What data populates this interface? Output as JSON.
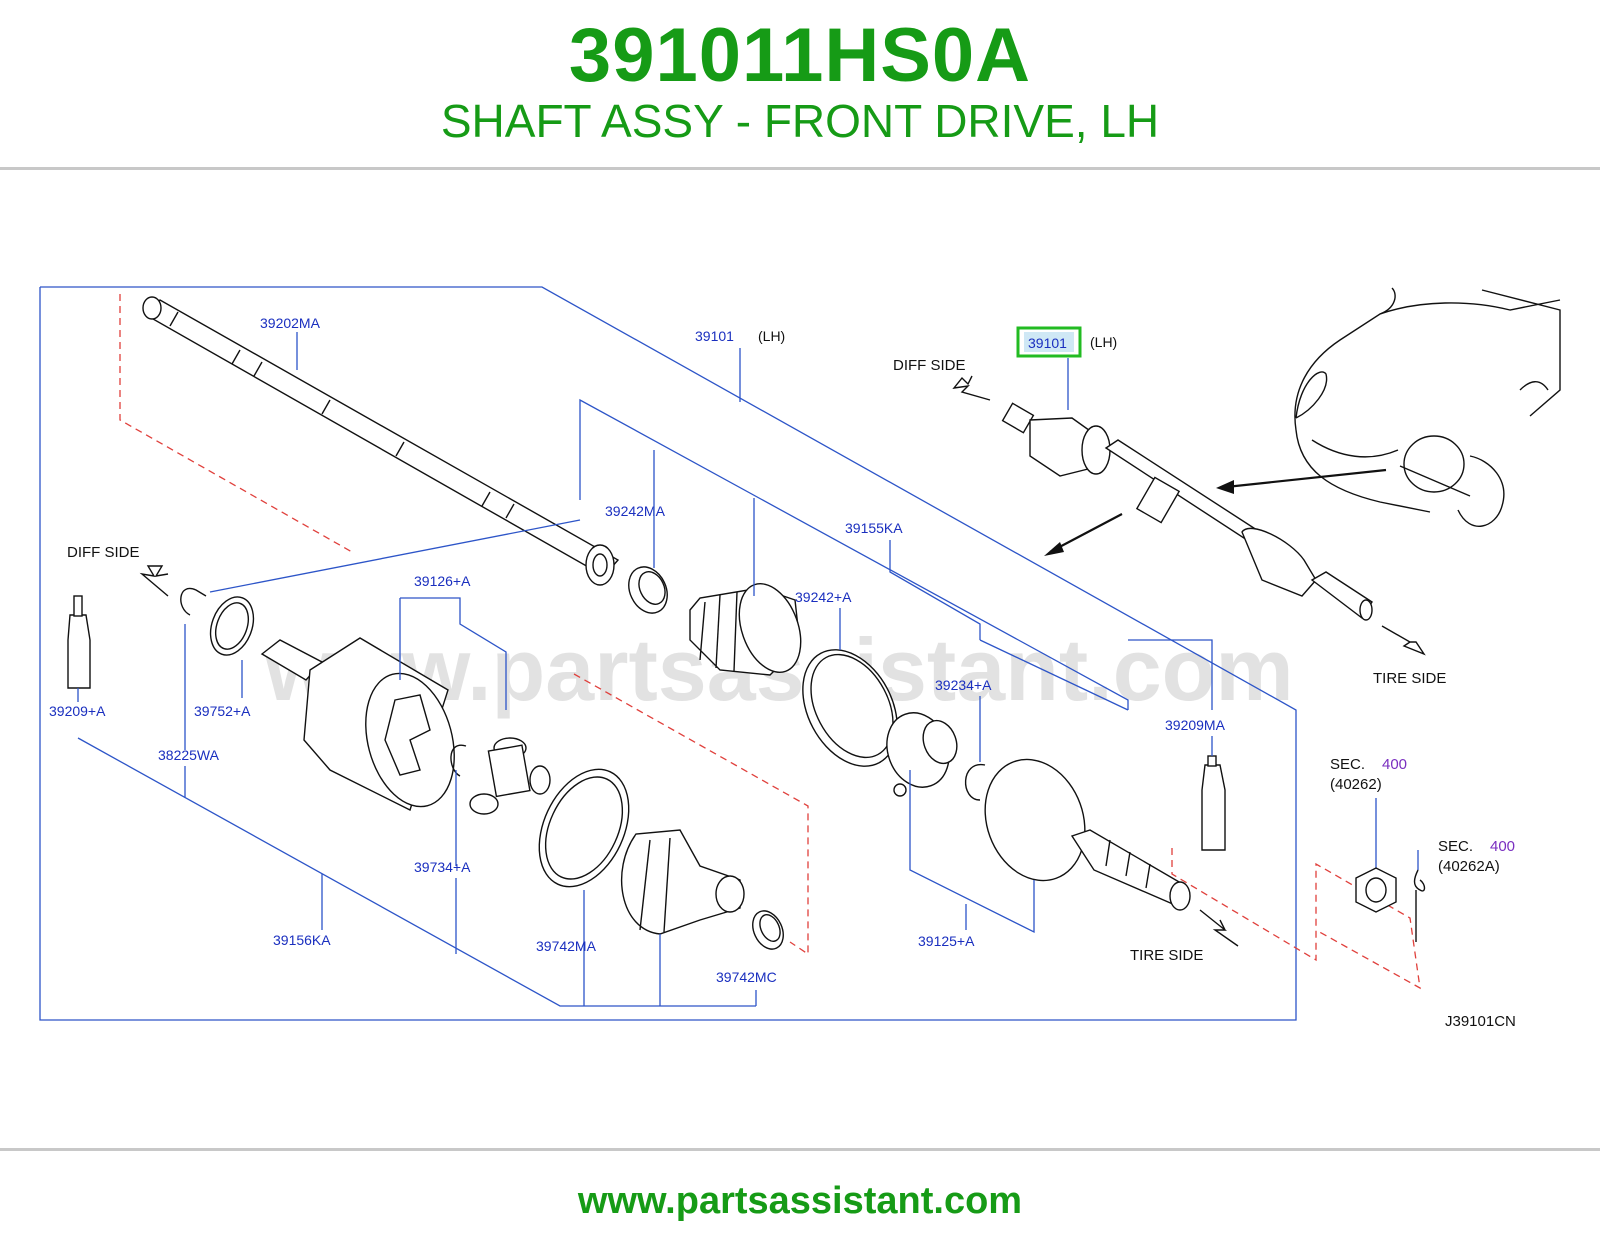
{
  "header": {
    "part_number": "391011HS0A",
    "part_name": "SHAFT ASSY - FRONT DRIVE, LH"
  },
  "diagram": {
    "watermark": "www.partsassistant.com",
    "code": "J39101CN",
    "highlight_color": "#22bb22",
    "labels": {
      "p39202MA": "39202MA",
      "p39101_box": "39101",
      "p39101_box_side": "(LH)",
      "p39101_detail": "39101",
      "p39101_detail_side": "(LH)",
      "p39242MA": "39242MA",
      "p39155KA": "39155KA",
      "p39126A": "39126+A",
      "p39242A": "39242+A",
      "p39234A": "39234+A",
      "p39209MA": "39209MA",
      "p39209A": "39209+A",
      "p39752A": "39752+A",
      "p38225WA": "38225WA",
      "p39734A": "39734+A",
      "p39156KA": "39156KA",
      "p39742MA": "39742MA",
      "p39742MC": "39742MC",
      "p39125A": "39125+A"
    },
    "sides": {
      "diff_left": "DIFF SIDE",
      "diff_right": "DIFF SIDE",
      "tire_right": "TIRE SIDE",
      "tire_center": "TIRE SIDE"
    },
    "sections": [
      {
        "sec": "SEC.",
        "num": "400",
        "ref": "(40262)"
      },
      {
        "sec": "SEC.",
        "num": "400",
        "ref": "(40262A)"
      }
    ]
  },
  "footer": {
    "url": "www.partsassistant.com"
  }
}
